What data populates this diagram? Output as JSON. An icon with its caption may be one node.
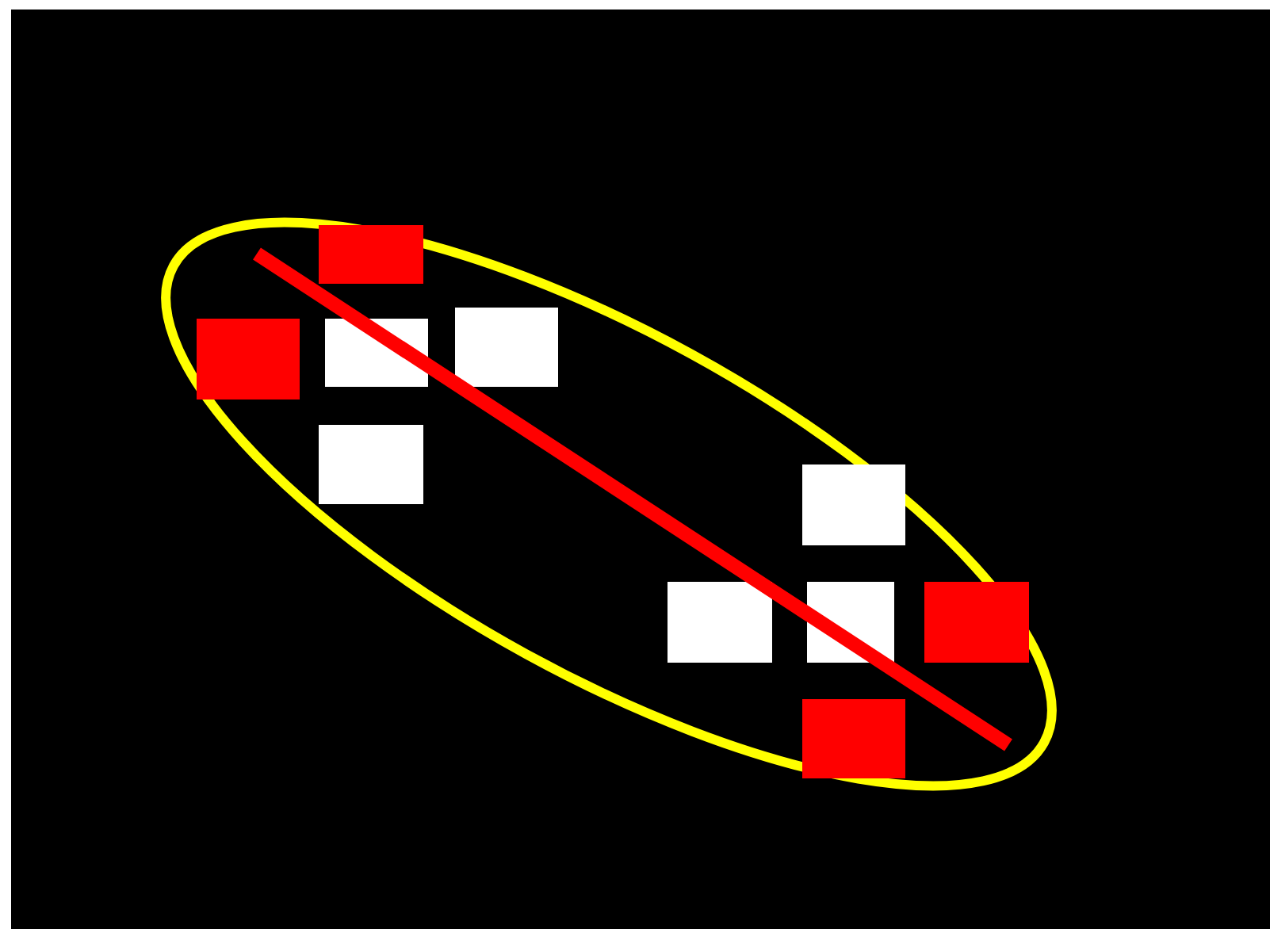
{
  "diagram": {
    "nodes": [
      {
        "text": [],
        "shape": "ellipse"
      },
      {
        "text": [],
        "shape": "box",
        "in": 0
      },
      {
        "text": [],
        "shape": "box",
        "in": 0
      },
      {
        "text": [],
        "shape": "box",
        "in": 0
      },
      {
        "text": [],
        "shape": "box",
        "in": 0
      },
      {
        "text": [],
        "shape": "box",
        "in": 0
      },
      {
        "text": [],
        "shape": "box",
        "in": 0
      },
      {
        "text": [],
        "shape": "box",
        "in": 0
      },
      {
        "text": [],
        "shape": "box",
        "in": 0
      },
      {
        "text": [],
        "shape": "box",
        "in": 0
      },
      {
        "text": [],
        "shape": "box",
        "in": 0
      }
    ]
  }
}
